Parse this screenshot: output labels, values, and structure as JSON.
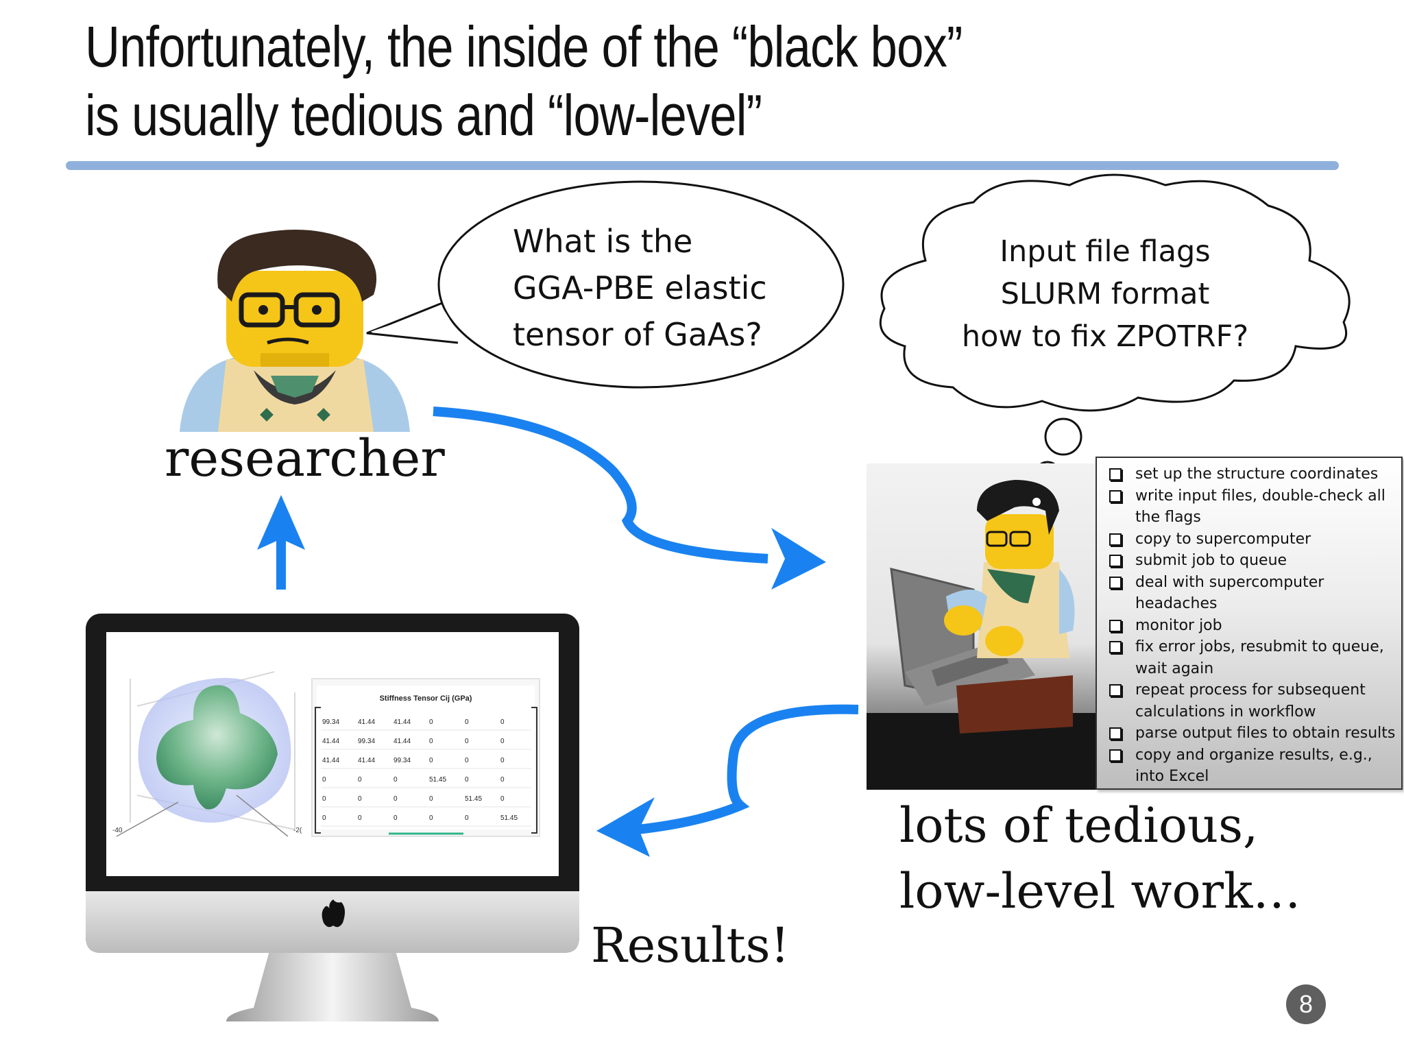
{
  "slide": {
    "title_line1": "Unfortunately, the inside of the “black box”",
    "title_line2": "is usually tedious and “low-level”",
    "page_number": "8"
  },
  "researcher": {
    "label": "researcher",
    "speech_lines": [
      "What is the",
      "GGA-PBE elastic",
      "tensor of GaAs?"
    ]
  },
  "worker": {
    "thought_lines": [
      "Input file flags",
      "SLURM format",
      "how to fix ZPOTRF?"
    ],
    "caption_line1": "lots of tedious,",
    "caption_line2": "low-level work…"
  },
  "checklist": [
    "set up the structure coordinates",
    "write input files, double-check all the flags",
    "copy to supercomputer",
    "submit job to queue",
    "deal with supercomputer headaches",
    "monitor job",
    "fix error jobs, resubmit to queue, wait again",
    "repeat process for subsequent calculations in workflow",
    "parse output files to obtain results",
    "copy and organize results, e.g., into Excel"
  ],
  "results": {
    "label": "Results!",
    "table_title": "Stiffness Tensor Cij (GPa)",
    "rows": [
      [
        "99.34",
        "41.44",
        "41.44",
        "0",
        "0",
        "0"
      ],
      [
        "41.44",
        "99.34",
        "41.44",
        "0",
        "0",
        "0"
      ],
      [
        "41.44",
        "41.44",
        "99.34",
        "0",
        "0",
        "0"
      ],
      [
        "0",
        "0",
        "0",
        "51.45",
        "0",
        "0"
      ],
      [
        "0",
        "0",
        "0",
        "0",
        "51.45",
        "0"
      ],
      [
        "0",
        "0",
        "0",
        "0",
        "0",
        "51.45"
      ]
    ],
    "axis_left": "-40",
    "axis_right": "-2("
  },
  "colors": {
    "arrow": "#1a82f0",
    "rule": "#8fb0dc",
    "lego_yellow": "#f5c518",
    "lego_shirt": "#f0d9a0",
    "lego_arm": "#a9cbe8"
  }
}
